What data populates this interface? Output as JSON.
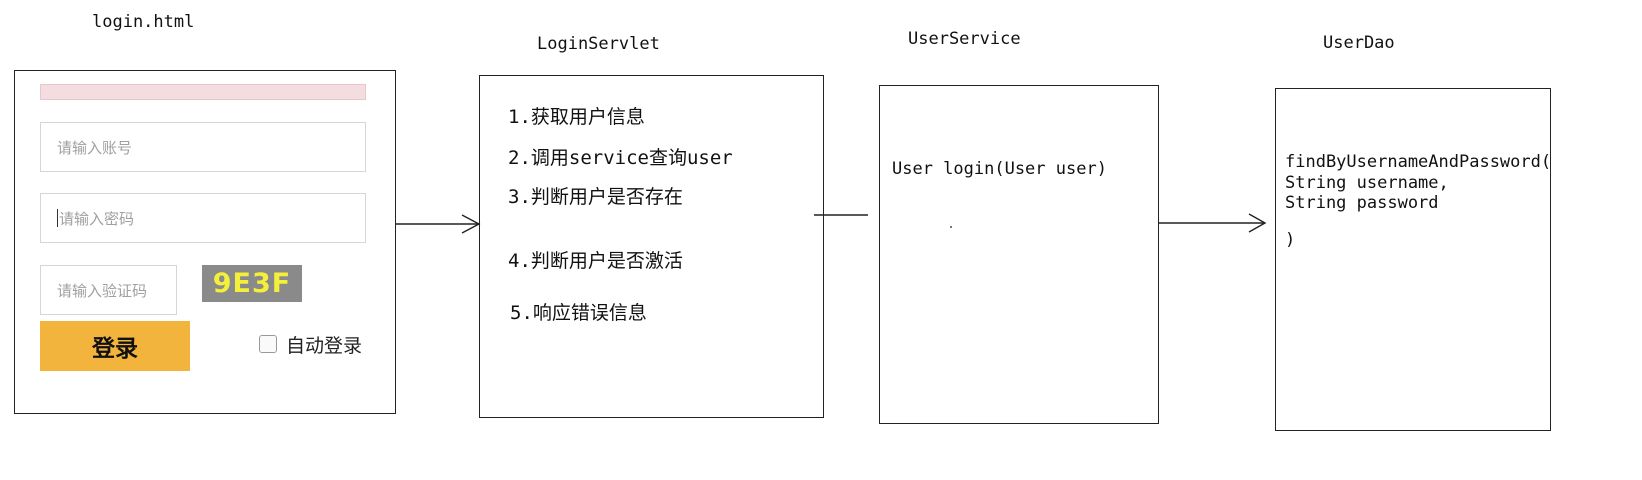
{
  "labels": {
    "login_html": "login.html",
    "login_servlet": "LoginServlet",
    "user_service": "UserService",
    "user_dao": "UserDao"
  },
  "login_form": {
    "account_placeholder": "请输入账号",
    "password_placeholder": "请输入密码",
    "captcha_placeholder": "请输入验证码",
    "captcha_code": "9E3F",
    "login_button": "登录",
    "auto_login_label": "自动登录",
    "colors": {
      "login_button": "#f3b43e",
      "captcha_bg": "#8a8a8a",
      "captcha_text": "#f4ef3a"
    }
  },
  "servlet_steps": [
    "1.获取用户信息",
    "2.调用service查询user",
    "3.判断用户是否存在",
    "4.判断用户是否激活",
    "5.响应错误信息"
  ],
  "service_method": "User login(User user)",
  "dao_method": {
    "line1": "findByUsernameAndPassword(",
    "line2": "String username,",
    "line3": "String password",
    "line4": ")"
  }
}
